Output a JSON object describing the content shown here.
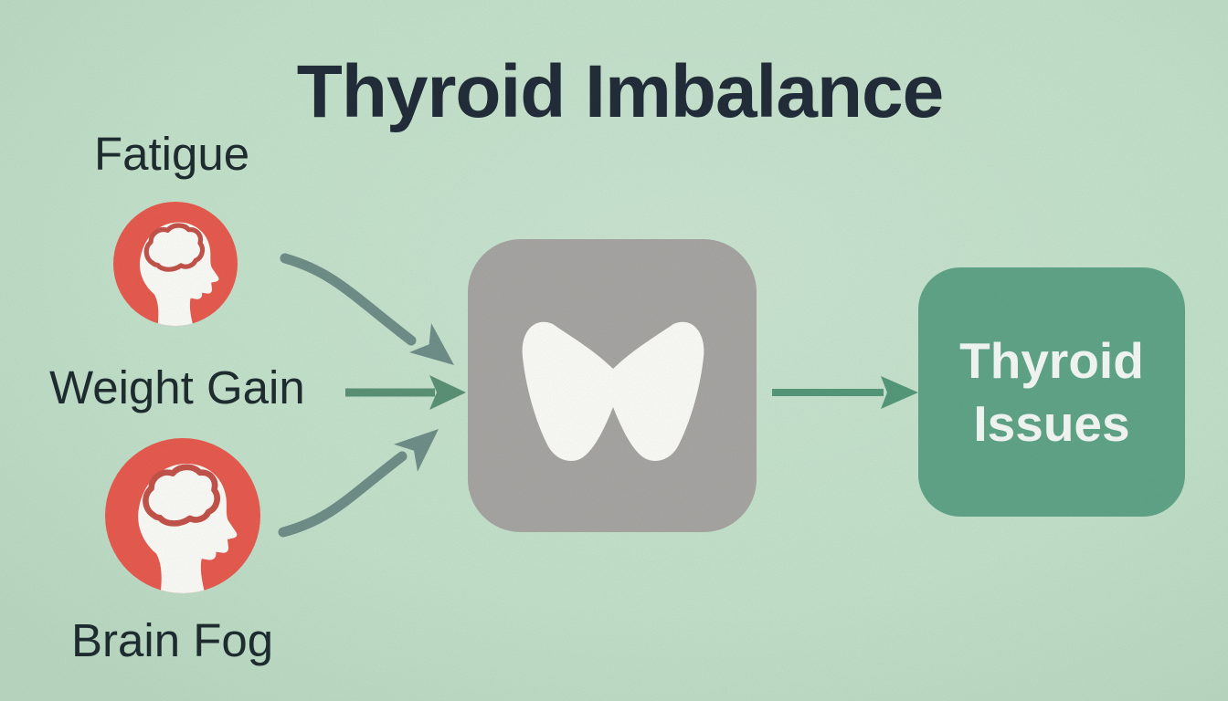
{
  "title": "Thyroid Imbalance",
  "symptoms": [
    {
      "label": "Fatigue",
      "icon": "head-brain-icon"
    },
    {
      "label": "Weight Gain",
      "icon": "none"
    },
    {
      "label": "Brain Fog",
      "icon": "head-brain-icon"
    }
  ],
  "center_node": {
    "icon": "thyroid-gland-icon"
  },
  "result_node": {
    "label": "Thyroid Issues"
  },
  "arrows": [
    {
      "name": "arrow-fatigue-to-thyroid",
      "style": "curved-down"
    },
    {
      "name": "arrow-weight-gain-to-thyroid",
      "style": "straight"
    },
    {
      "name": "arrow-brain-fog-to-thyroid",
      "style": "curved-up"
    },
    {
      "name": "arrow-thyroid-to-issues",
      "style": "straight"
    }
  ],
  "colors": {
    "bg": "#c4e3cc",
    "title": "#222e3a",
    "label": "#1f2d31",
    "icon-red": "#e95c50",
    "icon-detail": "#c5544b",
    "icon-white": "#fdfdf9",
    "card-gray": "#a8a7a4",
    "card-green": "#61a689",
    "result-text": "#f7fbf7",
    "arrow-gray": "#71908a",
    "arrow-green": "#5c9377",
    "arrow-dark-green": "#569a7b"
  }
}
